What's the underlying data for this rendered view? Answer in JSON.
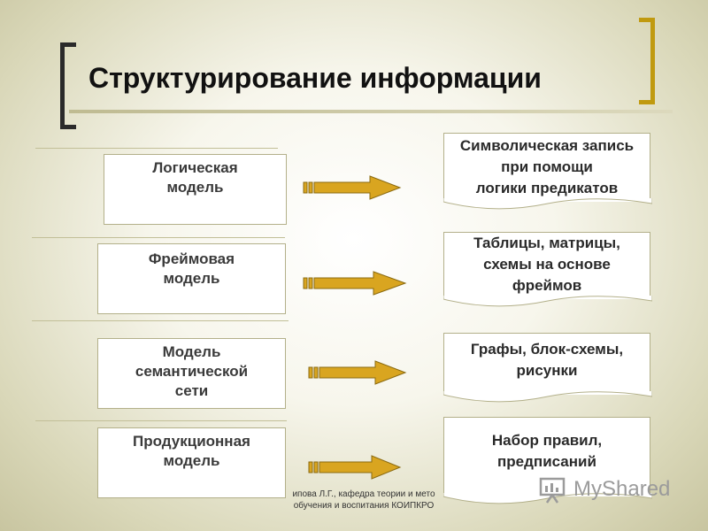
{
  "slide": {
    "title": "Структурирование информации",
    "left_items": [
      {
        "label": "Логическая\nмодель"
      },
      {
        "label": "Фреймовая\nмодель"
      },
      {
        "label": "Модель\nсемантической\nсети"
      },
      {
        "label": "Продукционная\nмодель"
      }
    ],
    "right_items": [
      {
        "label": "Символическая запись\nпри помощи\nлогики предикатов"
      },
      {
        "label": "Таблицы, матрицы,\nсхемы на основе\nфреймов"
      },
      {
        "label": "Графы, блок-схемы,\nрисунки"
      },
      {
        "label": "Набор правил,\nпредписаний"
      }
    ],
    "footer": "ипова Л.Г., кафедра теории и мето\nобучения и воспитания КОИПКРО",
    "logo_text": "MyShared"
  },
  "colors": {
    "accent_gold": "#c09a10",
    "arrow_fill": "#d9a520",
    "arrow_stroke": "#8a6a10"
  }
}
